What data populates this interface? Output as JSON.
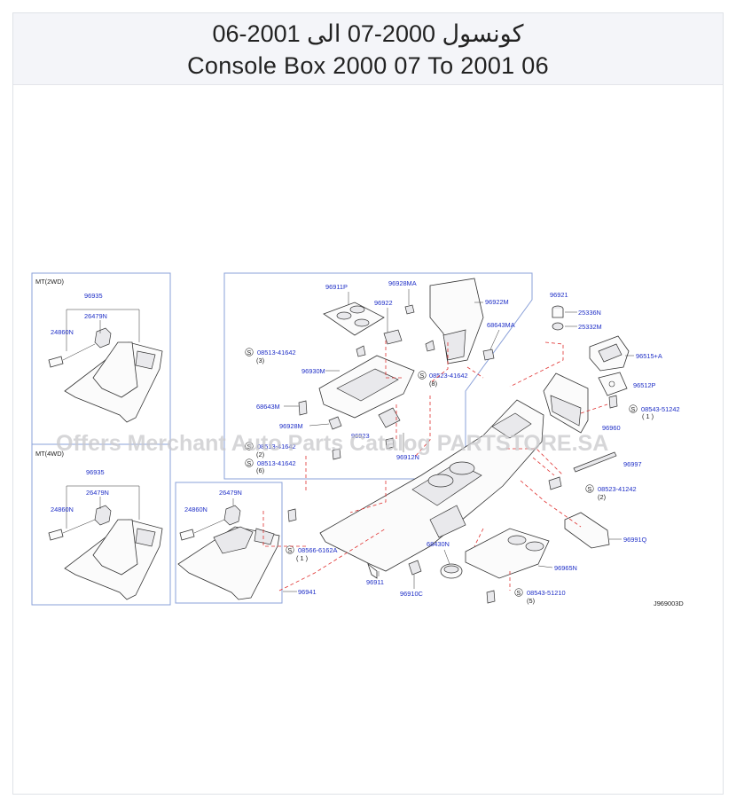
{
  "header": {
    "title_ar": "كونسول 2000-07 الى 2001-06",
    "title_en": "Console Box 2000 07 To 2001 06"
  },
  "watermark": "Offers Merchant Auto Parts Catalog PARTSTORE.SA",
  "diagram_code": "J969003D",
  "variants": {
    "mt2wd": "MT(2WD)",
    "mt4wd": "MT(4WD)"
  },
  "parts": {
    "p96935a": "96935",
    "p26479Na": "26479N",
    "p24860Na": "24860N",
    "p96935b": "96935",
    "p26479Nb": "26479N",
    "p24860Nb": "24860N",
    "p96911P": "96911P",
    "p96928MA": "96928MA",
    "p96922M": "96922M",
    "p96921": "96921",
    "p96922": "96922",
    "p68643MA": "68643MA",
    "p96930M": "96930M",
    "p68643M": "68643M",
    "p96928M": "96928M",
    "p96923": "96923",
    "p96912N": "96912N",
    "p25336N": "25336N",
    "p25332M": "25332M",
    "p96515A": "96515+A",
    "p96512P": "96512P",
    "p96960": "96960",
    "p96997": "96997",
    "p96991Q": "96991Q",
    "p96965N": "96965N",
    "p96911": "96911",
    "p96910C": "96910C",
    "p68430N": "68430N",
    "p96941": "96941",
    "p26479Nc": "26479N",
    "p24860Nc": "24860N"
  },
  "screws": {
    "s1": {
      "symbol": "S",
      "code": "08513-41642",
      "qty": "(3)"
    },
    "s2": {
      "symbol": "S",
      "code": "08523-41642",
      "qty": "(8)"
    },
    "s3": {
      "symbol": "S",
      "code": "08513-41642",
      "qty": "(2)"
    },
    "s4": {
      "symbol": "S",
      "code": "08513-41642",
      "qty": "(6)"
    },
    "s5": {
      "symbol": "S",
      "code": "08543-51242",
      "qty": "( 1 )"
    },
    "s6": {
      "symbol": "S",
      "code": "08523-41242",
      "qty": "(2)"
    },
    "s7": {
      "symbol": "S",
      "code": "08566-6162A",
      "qty": "( 1 )"
    },
    "s8": {
      "symbol": "S",
      "code": "08543-51210",
      "qty": "(5)"
    }
  }
}
